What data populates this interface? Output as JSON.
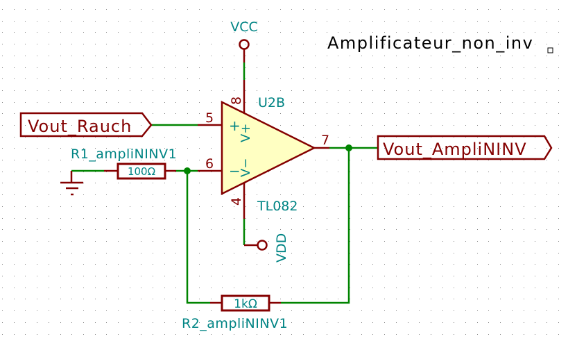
{
  "sheet": {
    "title_text": "Amplificateur_non_inv"
  },
  "power": {
    "vcc_label": "VCC",
    "vdd_label": "VDD"
  },
  "opamp": {
    "reference": "U2B",
    "value": "TL082",
    "pin_plus": "5",
    "pin_minus": "6",
    "pin_out": "7",
    "pin_vpos": "8",
    "pin_vneg": "4",
    "plus_symbol": "+",
    "minus_symbol": "−",
    "vpos_label": "V+",
    "vneg_label": "V−"
  },
  "labels": {
    "input_label": "Vout_Rauch",
    "output_label": "Vout_AmpliNINV"
  },
  "resistors": [
    {
      "reference": "R1_ampliNINV1",
      "value": "100Ω"
    },
    {
      "reference": "R2_ampliNINV1",
      "value": "1kΩ"
    }
  ],
  "colors": {
    "component": "#840000",
    "wire": "#008400",
    "text": "#008484",
    "opamp_fill": "#ffffc2",
    "grid": "#848484",
    "title": "#000000"
  }
}
